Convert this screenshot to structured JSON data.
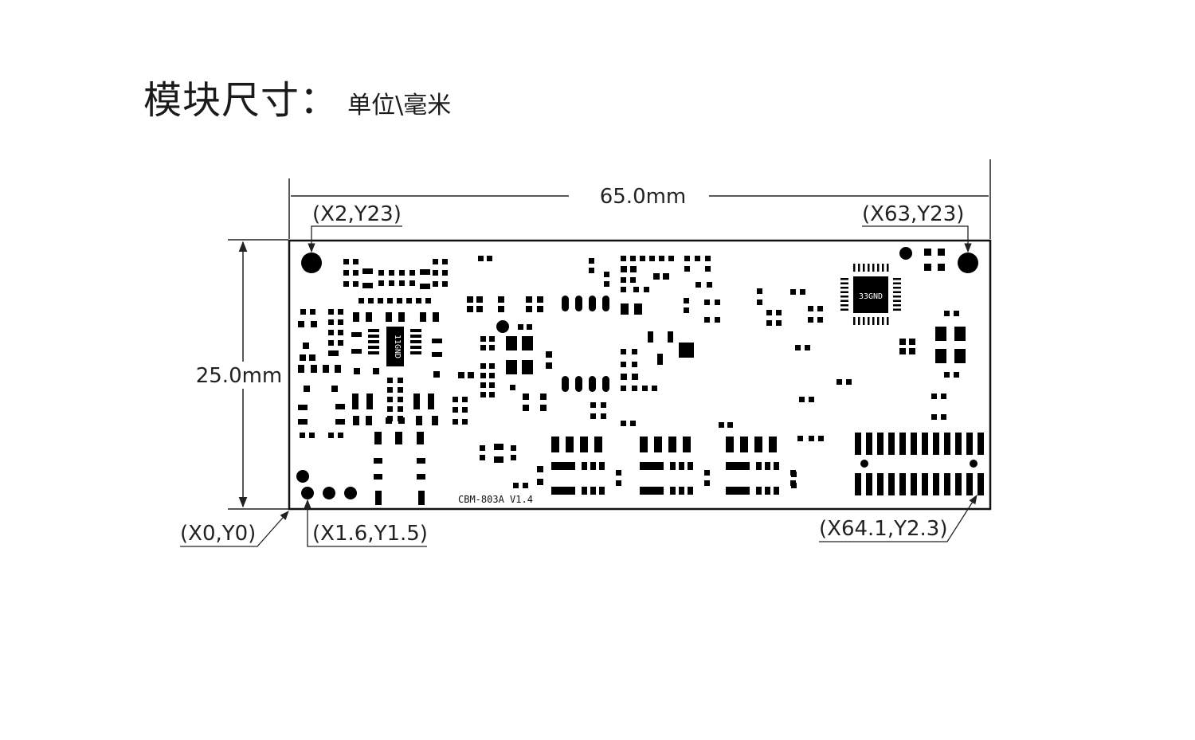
{
  "title": {
    "main": "模块尺寸：",
    "unit": "单位\\毫米"
  },
  "dimensions": {
    "width_label": "65.0mm",
    "height_label": "25.0mm"
  },
  "coordinates": {
    "top_left_hole": "(X2,Y23)",
    "top_right_hole": "(X63,Y23)",
    "origin": "(X0,Y0)",
    "bottom_left_pin": "(X1.6,Y1.5)",
    "bottom_right_pin": "(X64.1,Y2.3)"
  },
  "board": {
    "silkscreen": "CBM-803A V1.4",
    "chip_left_label": "11GND",
    "chip_right_label": "33GND"
  },
  "colors": {
    "line": "#222222",
    "pad": "#000000",
    "board_fill": "#ffffff"
  }
}
